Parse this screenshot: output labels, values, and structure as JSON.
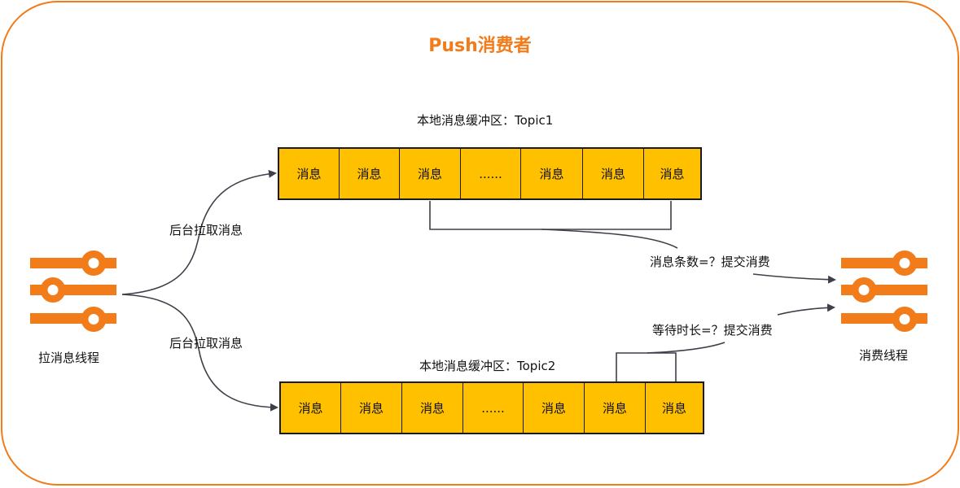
{
  "title": "Push消费者",
  "topic1": {
    "label": "本地消息缓冲区：Topic1",
    "cells": [
      "消息",
      "消息",
      "消息",
      "......",
      "消息",
      "消息",
      "消息"
    ]
  },
  "topic2": {
    "label": "本地消息缓冲区：Topic2",
    "cells": [
      "消息",
      "消息",
      "消息",
      "......",
      "消息",
      "消息",
      "消息"
    ]
  },
  "pull_label_top": "后台拉取消息",
  "pull_label_bottom": "后台拉取消息",
  "count_condition": "消息条数=？提交消费",
  "time_condition": "等待时长=？提交消费",
  "pull_thread": {
    "icon": "sliders-icon",
    "label": "拉消息线程"
  },
  "consume_thread": {
    "icon": "sliders-icon",
    "label": "消费线程"
  },
  "colors": {
    "accent": "#f27b1a",
    "cell_fill": "#ffc000",
    "line": "#3d4048"
  }
}
